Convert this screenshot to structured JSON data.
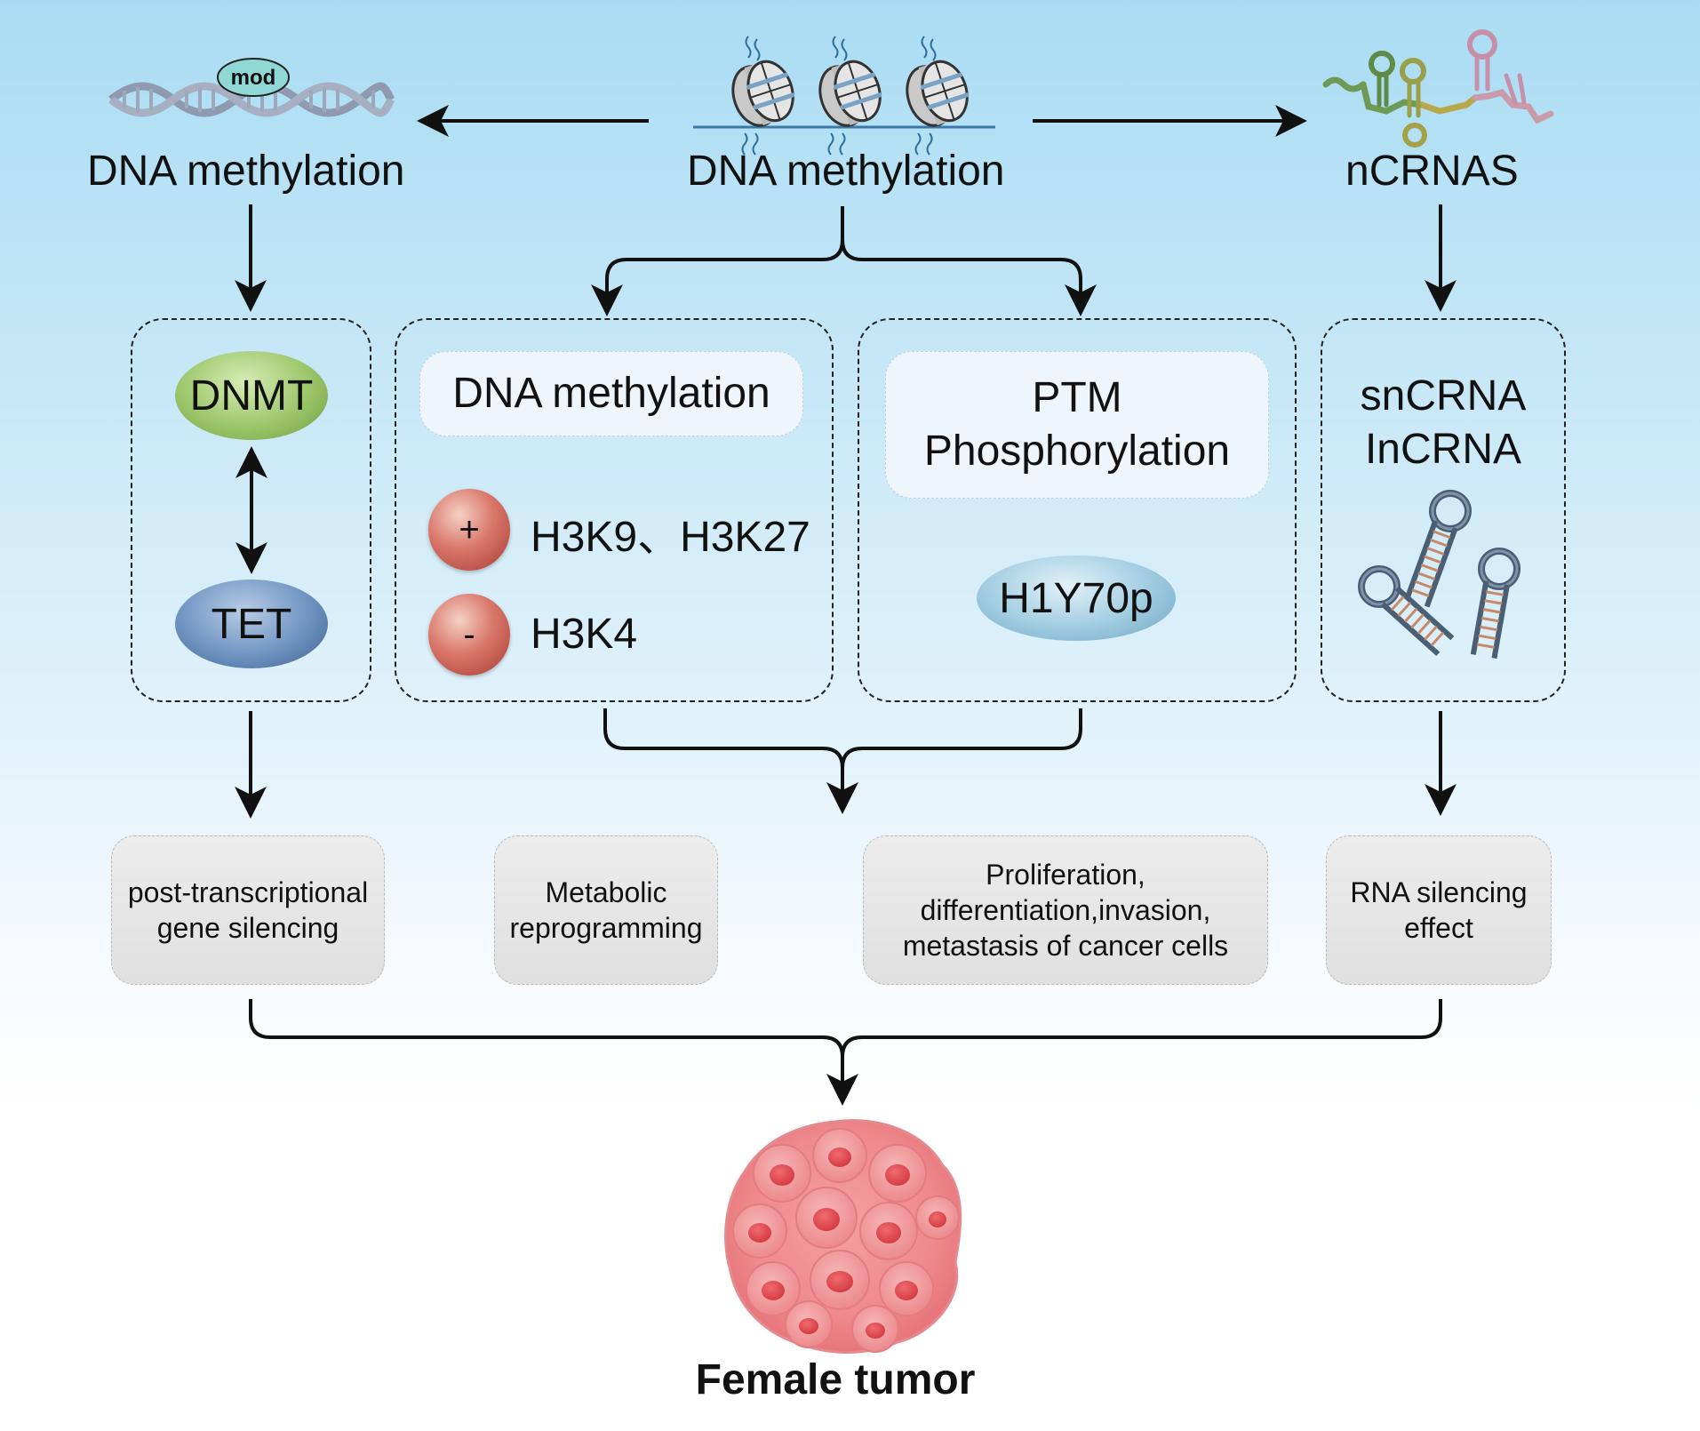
{
  "top": {
    "left_label": "DNA methylation",
    "center_label": "DNA methylation",
    "right_label": "nCRNAS",
    "mod_badge": "mod"
  },
  "boxes": {
    "dnmt_tet": {
      "dnmt": "DNMT",
      "tet": "TET"
    },
    "histone_methylation": {
      "header": "DNA methylation",
      "plus_symbol": "+",
      "plus_label": "H3K9、H3K27",
      "minus_symbol": "-",
      "minus_label": "H3K4"
    },
    "ptm": {
      "header_line1": "PTM",
      "header_line2": "Phosphorylation",
      "marker": "H1Y70p"
    },
    "ncrna": {
      "line1": "snCRNA",
      "line2": "InCRNA"
    }
  },
  "outcomes": {
    "o1": {
      "line1": "post-transcriptional",
      "line2": "gene silencing"
    },
    "o2": {
      "line1": "Metabolic",
      "line2": "reprogramming"
    },
    "o3": {
      "line1": "Proliferation,",
      "line2": "differentiation,invasion,",
      "line3": "metastasis of cancer cells"
    },
    "o4": {
      "line1": "RNA silencing",
      "line2": "effect"
    }
  },
  "result": {
    "label": "Female tumor"
  },
  "colors": {
    "dnmt_green": "#9cc66a",
    "tet_blue": "#5e86b6",
    "h1y70p_blue": "#8fbfd8",
    "plus_minus_red": "#c8564c",
    "tumor_red": "#e05a5f"
  }
}
